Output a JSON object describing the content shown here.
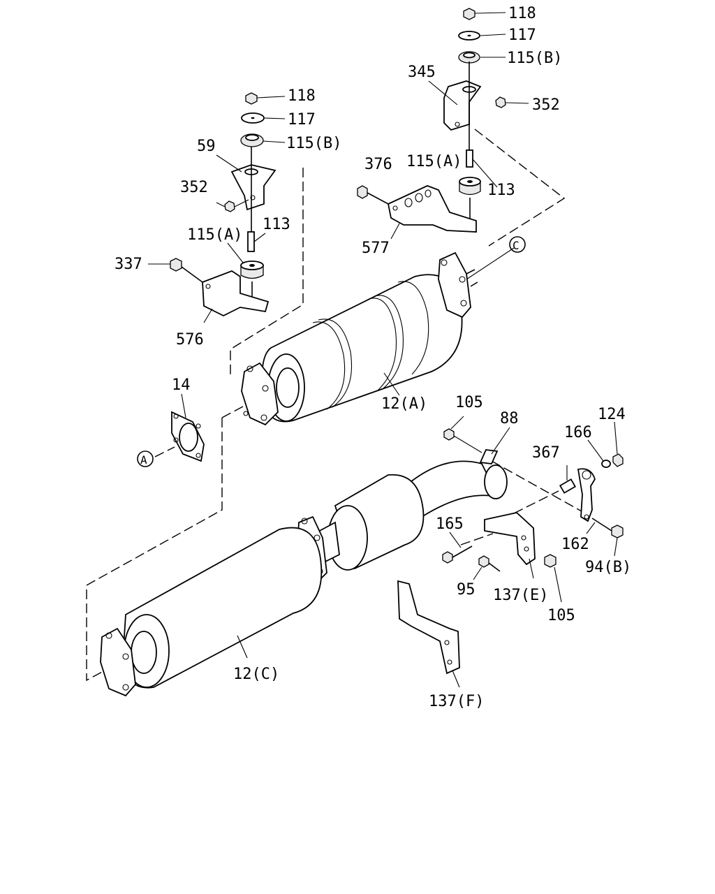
{
  "callouts": [
    {
      "id": "c-118-r",
      "text": "118"
    },
    {
      "id": "c-117-r",
      "text": "117"
    },
    {
      "id": "c-115b-r",
      "text": "115(B)"
    },
    {
      "id": "c-345",
      "text": "345"
    },
    {
      "id": "c-352-r",
      "text": "352"
    },
    {
      "id": "c-376",
      "text": "376"
    },
    {
      "id": "c-115a-r",
      "text": "115(A)"
    },
    {
      "id": "c-113-r",
      "text": "113"
    },
    {
      "id": "c-577",
      "text": "577"
    },
    {
      "id": "c-118-l",
      "text": "118"
    },
    {
      "id": "c-117-l",
      "text": "117"
    },
    {
      "id": "c-115b-l",
      "text": "115(B)"
    },
    {
      "id": "c-59",
      "text": "59"
    },
    {
      "id": "c-352-l",
      "text": "352"
    },
    {
      "id": "c-113-l",
      "text": "113"
    },
    {
      "id": "c-115a-l",
      "text": "115(A)"
    },
    {
      "id": "c-337",
      "text": "337"
    },
    {
      "id": "c-576",
      "text": "576"
    },
    {
      "id": "c-14",
      "text": "14"
    },
    {
      "id": "c-12a",
      "text": "12(A)"
    },
    {
      "id": "c-105-t",
      "text": "105"
    },
    {
      "id": "c-88",
      "text": "88"
    },
    {
      "id": "c-166",
      "text": "166"
    },
    {
      "id": "c-124",
      "text": "124"
    },
    {
      "id": "c-367",
      "text": "367"
    },
    {
      "id": "c-165",
      "text": "165"
    },
    {
      "id": "c-162",
      "text": "162"
    },
    {
      "id": "c-94b",
      "text": "94(B)"
    },
    {
      "id": "c-95",
      "text": "95"
    },
    {
      "id": "c-137e",
      "text": "137(E)"
    },
    {
      "id": "c-105-b",
      "text": "105"
    },
    {
      "id": "c-12c",
      "text": "12(C)"
    },
    {
      "id": "c-137f",
      "text": "137(F)"
    }
  ],
  "refs": {
    "a": "A",
    "c": "C"
  }
}
